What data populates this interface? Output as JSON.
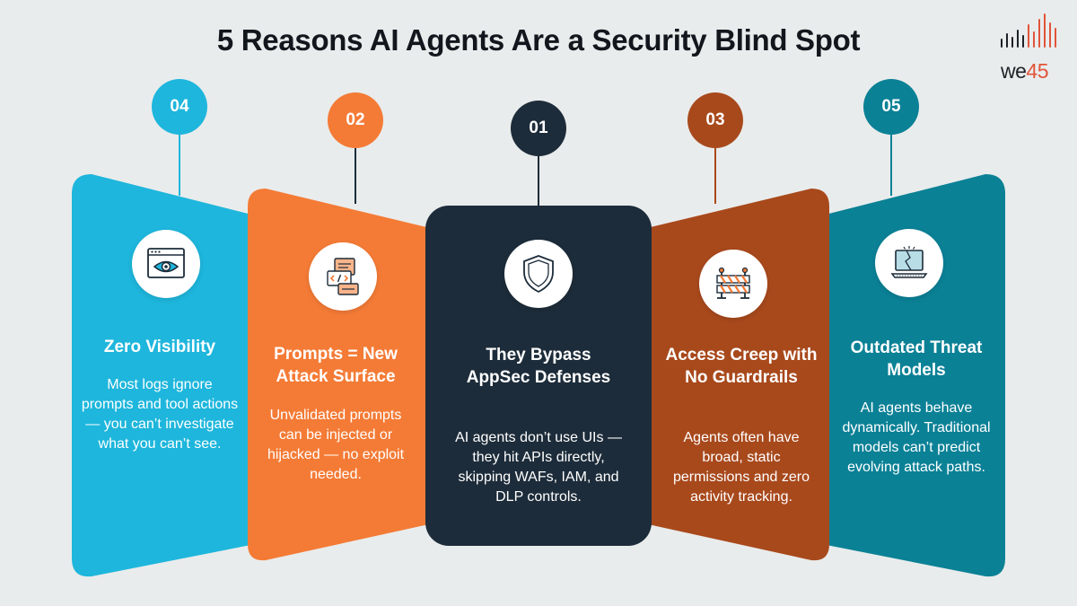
{
  "title": "5 Reasons AI Agents Are a Security Blind Spot",
  "logo": {
    "text_main": "we",
    "text_accent": "45"
  },
  "colors": {
    "cyan": "#1eb6dc",
    "orange": "#f47b36",
    "navy": "#1d2c3a",
    "rust": "#a8491c",
    "teal": "#0b8196",
    "background": "#e9ecec"
  },
  "cards": [
    {
      "number": "04",
      "title": "Zero Visibility",
      "description": "Most logs ignore prompts and tool actions — you can’t investigate what you can’t see.",
      "icon": "eye-browser-icon"
    },
    {
      "number": "02",
      "title": "Prompts = New Attack Surface",
      "description": "Unvalidated prompts can be injected or hijacked — no exploit needed.",
      "icon": "code-documents-icon"
    },
    {
      "number": "01",
      "title": "They Bypass AppSec Defenses",
      "description": "AI agents don’t use UIs — they hit APIs directly, skipping WAFs, IAM, and DLP controls.",
      "icon": "shield-icon"
    },
    {
      "number": "03",
      "title": "Access Creep with No Guardrails",
      "description": "Agents often have broad, static permissions and zero activity tracking.",
      "icon": "barrier-icon"
    },
    {
      "number": "05",
      "title": "Outdated Threat Models",
      "description": "AI agents behave dynamically. Traditional models can’t predict evolving attack paths.",
      "icon": "broken-laptop-icon"
    }
  ]
}
